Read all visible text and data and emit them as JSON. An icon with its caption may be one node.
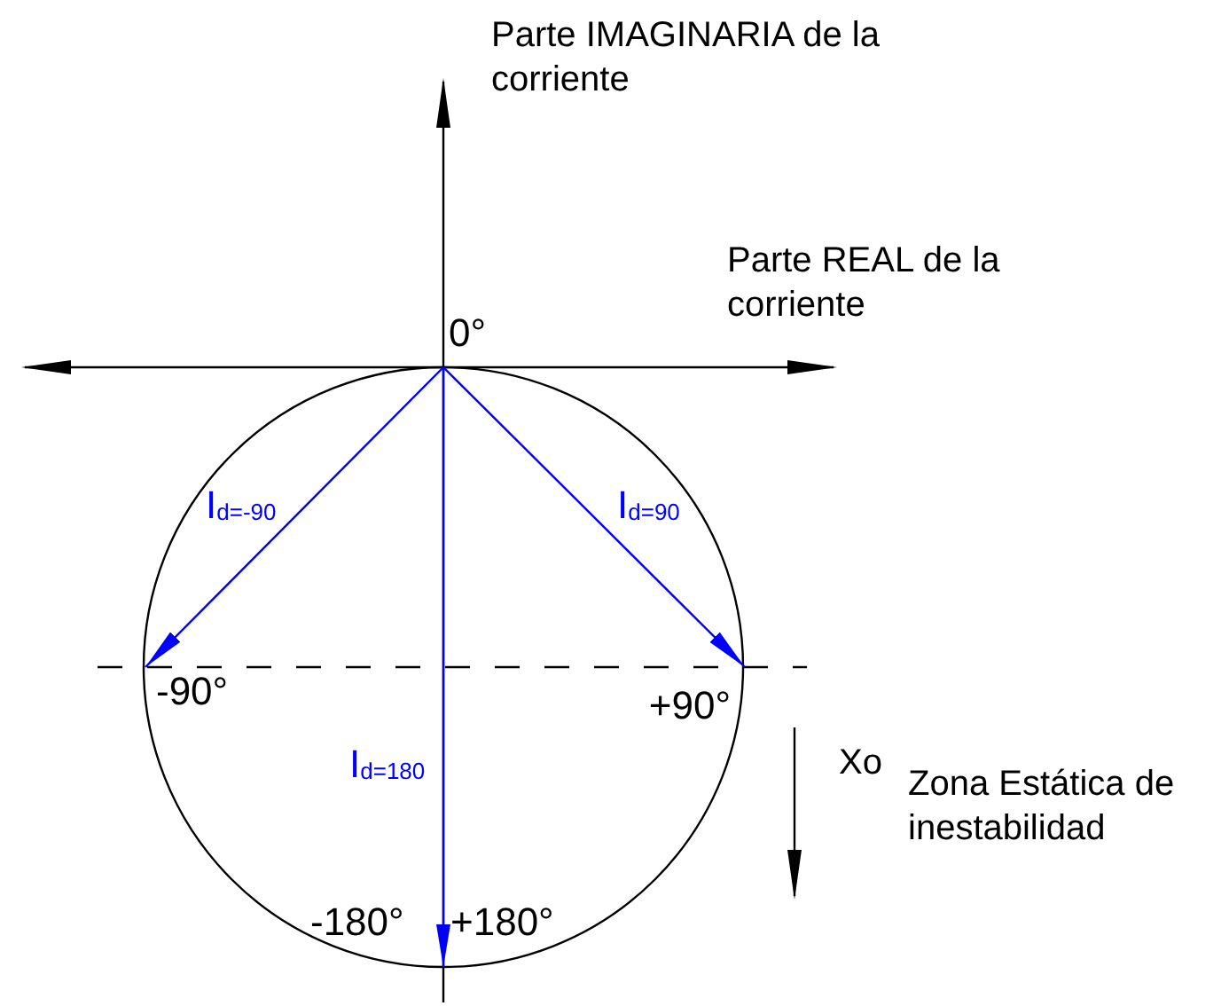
{
  "diagram": {
    "nodes": [
      {
        "text": [
          "0°"
        ]
      },
      {
        "text": [
          "-90°"
        ]
      },
      {
        "text": [
          "+90°"
        ]
      }
    ],
    "edges": [
      {
        "from": 0,
        "to": 1,
        "arrow": "to",
        "label": "I$_{d=-90}$",
        "color": "#0000ff"
      },
      {
        "from": 0,
        "to": 2,
        "arrow": "to",
        "label": "I$_{d=90}$",
        "color": "#0000ff"
      },
      {
        "from": 0,
        "to": null,
        "arrow": "to",
        "label": "I$_{d=180}$",
        "color": "#0000ff"
      }
    ],
    "labels": [
      "Parte IMAGINARIA de la corriente",
      "Parte REAL de la corriente",
      "Xo",
      "Zona Estática de inestabilidad",
      "-180°",
      "+180°"
    ]
  }
}
